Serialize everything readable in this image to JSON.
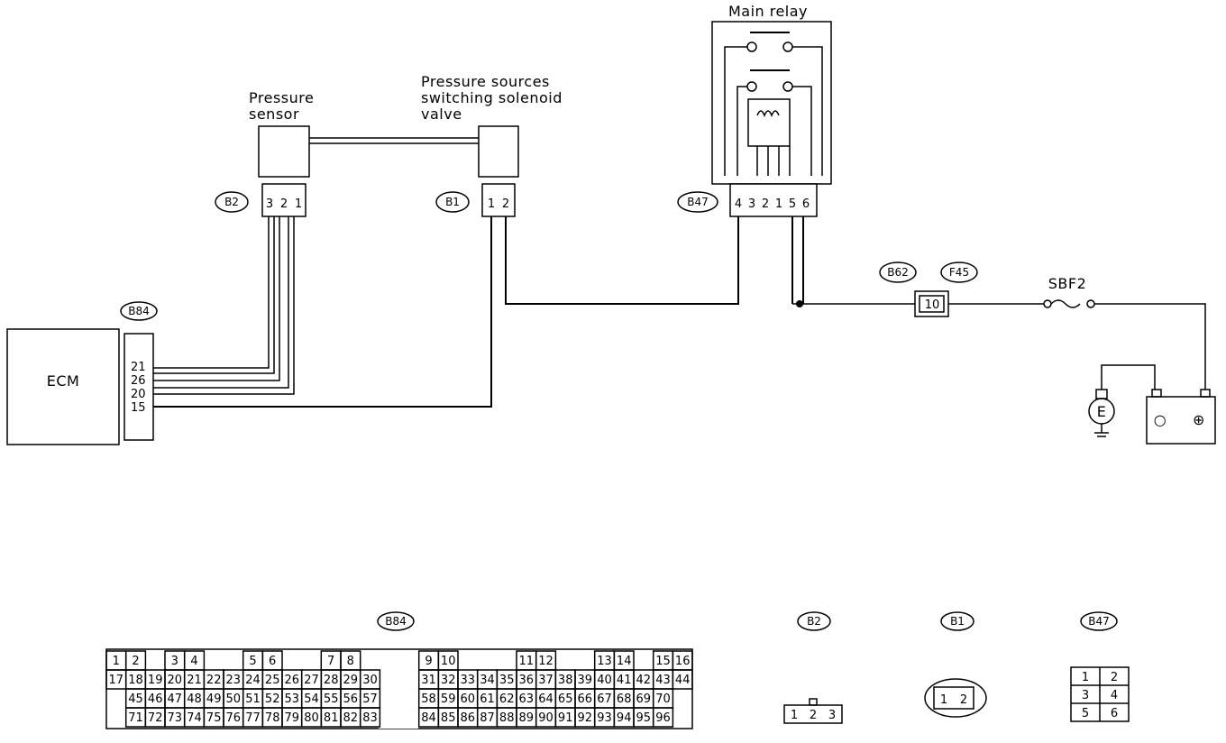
{
  "components": {
    "ecm": "ECM",
    "pressure_sensor": [
      "Pressure",
      "sensor"
    ],
    "solenoid_valve": [
      "Pressure sources",
      "switching solenoid",
      "valve"
    ],
    "main_relay": "Main relay",
    "fuse": "SBF2",
    "fuse_terminal": "10",
    "generator": "E",
    "battery": [
      "○",
      "⊕"
    ]
  },
  "connector_tags": {
    "b84": "B84",
    "b2": "B2",
    "b1": "B1",
    "b47": "B47",
    "b62": "B62",
    "f45": "F45"
  },
  "pins": {
    "b2": [
      "3",
      "2",
      "1"
    ],
    "b1": [
      "1",
      "2"
    ],
    "b47": [
      "4",
      "3",
      "2",
      "1",
      "5",
      "6"
    ],
    "ecm": [
      "21",
      "26",
      "20",
      "15"
    ]
  },
  "legend": {
    "b84": {
      "label": "B84",
      "rows": [
        [
          "1",
          "2",
          "",
          "3",
          "4",
          "",
          "",
          "5",
          "6",
          "",
          "",
          "7",
          "8",
          "",
          "",
          "",
          "9",
          "10",
          "",
          "",
          "",
          "11",
          "12",
          "",
          "",
          "13",
          "14",
          "",
          "15",
          "16"
        ],
        [
          "17",
          "18",
          "19",
          "20",
          "21",
          "22",
          "23",
          "24",
          "25",
          "26",
          "27",
          "28",
          "29",
          "30",
          "",
          "",
          "31",
          "32",
          "33",
          "34",
          "35",
          "36",
          "37",
          "38",
          "39",
          "40",
          "41",
          "42",
          "43",
          "44"
        ],
        [
          "",
          "45",
          "46",
          "47",
          "48",
          "49",
          "50",
          "51",
          "52",
          "53",
          "54",
          "55",
          "56",
          "57",
          "",
          "",
          "58",
          "59",
          "60",
          "61",
          "62",
          "63",
          "64",
          "65",
          "66",
          "67",
          "68",
          "69",
          "70",
          ""
        ],
        [
          "",
          "71",
          "72",
          "73",
          "74",
          "75",
          "76",
          "77",
          "78",
          "79",
          "80",
          "81",
          "82",
          "83",
          "",
          "",
          "84",
          "85",
          "86",
          "87",
          "88",
          "89",
          "90",
          "91",
          "92",
          "93",
          "94",
          "95",
          "96",
          ""
        ]
      ]
    },
    "b2": {
      "label": "B2",
      "pins": [
        "1",
        "2",
        "3"
      ]
    },
    "b1": {
      "label": "B1",
      "pins": [
        "1",
        "2"
      ]
    },
    "b47": {
      "label": "B47",
      "pins": [
        "1",
        "2",
        "3",
        "4",
        "5",
        "6"
      ]
    }
  }
}
